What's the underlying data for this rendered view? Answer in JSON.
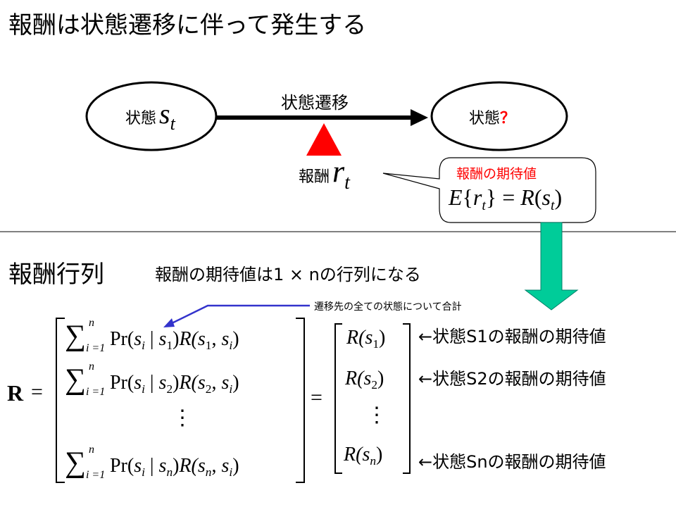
{
  "title": "報酬は状態遷移に伴って発生する",
  "diagram": {
    "state_current_prefix": "状態",
    "state_current_symbol": "s",
    "state_current_sub": "t",
    "state_next_prefix": "状態",
    "state_next_symbol": "？",
    "transition_label": "状態遷移",
    "reward_prefix": "報酬",
    "reward_symbol": "r",
    "reward_sub": "t",
    "callout_title": "報酬の期待値",
    "callout_formula": {
      "E": "E",
      "lbrace": "{",
      "r": "r",
      "r_sub": "t",
      "rbrace": "}",
      "eq": "=",
      "R": "R",
      "lp": "(",
      "s": "s",
      "s_sub": "t",
      "rp": ")"
    }
  },
  "section": {
    "heading": "報酬行列",
    "note": "報酬の期待値は1 × nの行列になる",
    "annotation": "遷移先の全ての状態について合計"
  },
  "matrix": {
    "lhs": "R",
    "eq": "=",
    "sum_upper": "n",
    "sum_lower": "i =1",
    "row_labels": [
      "1",
      "2",
      "n"
    ],
    "vdots": "⋮",
    "rows_text": {
      "pr": "Pr(",
      "s": "s",
      "i": "i",
      "bar": "|",
      "R": "R(",
      "comma": ",",
      "close": ")"
    },
    "rhs_rows": [
      "1",
      "2",
      "n"
    ],
    "row_notes": [
      "←状態S1の報酬の期待値",
      "←状態S2の報酬の期待値",
      "←状態Snの報酬の期待値"
    ]
  },
  "colors": {
    "triangle": "#ff0000",
    "callout_title": "#ff0000",
    "question": "#ff0000",
    "annotation_arrow": "#3333cc",
    "down_arrow": "#00cc99"
  }
}
